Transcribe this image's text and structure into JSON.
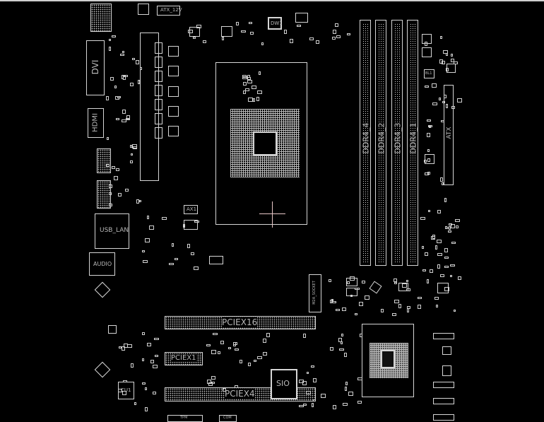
{
  "board": {
    "connectors": {
      "atx_12v": "ATX_12V",
      "dw1": "DW1",
      "dvi": "DVI",
      "hdmi": "HDMI",
      "usb_lan": "USB_LAN",
      "audio": "AUDIO",
      "ax1": "AX1",
      "atx": "ATX",
      "bl1": "BL1",
      "m2": "M2A_SOCKET",
      "pciex16": "PCIEX16",
      "pciex1": "PCIEX1",
      "pciex4": "PCIEX4",
      "sio": "SIO",
      "cu1": "CU1",
      "tpm": "TPM",
      "com": "COM"
    },
    "dimms": [
      "DDR4_4",
      "DDR4_2",
      "DDR4_3",
      "DDR4_1"
    ]
  },
  "colors": {
    "background": "#000000",
    "outline": "#d6d6d6",
    "cursor": "#e8c8c8"
  }
}
